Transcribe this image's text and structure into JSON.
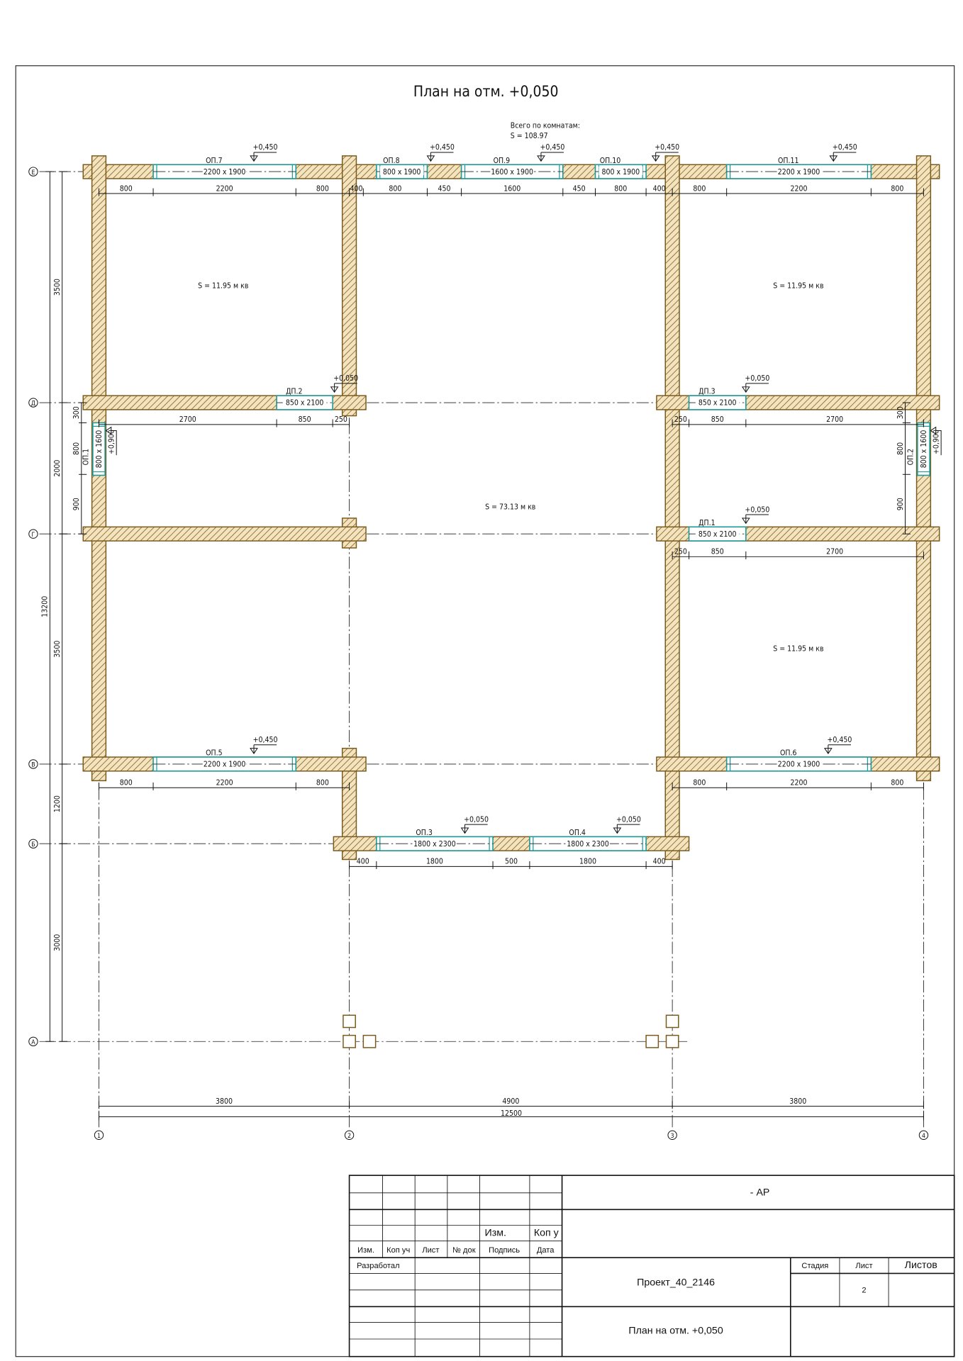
{
  "title": "План на отм. +0,050",
  "summary": {
    "label": "Всего по комнатам:",
    "area": "S  =  108.97"
  },
  "rooms": [
    "S  =  11.95 м кв",
    "S  =  11.95 м кв",
    "S  =  73.13 м кв",
    "S  =  11.95 м кв"
  ],
  "openings": [
    {
      "mark": "ОП.7",
      "size": "2200 x 1900",
      "level": "+0,450"
    },
    {
      "mark": "ОП.8",
      "size": "800 x 1900",
      "level": "+0,450"
    },
    {
      "mark": "ОП.9",
      "size": "1600 x 1900",
      "level": "+0,450"
    },
    {
      "mark": "ОП.10",
      "size": "800 x 1900",
      "level": "+0,450"
    },
    {
      "mark": "ОП.11",
      "size": "2200 x 1900",
      "level": "+0,450"
    },
    {
      "mark": "ДП.2",
      "size": "850 x 2100",
      "level": "+0,050"
    },
    {
      "mark": "ДП.3",
      "size": "850 x 2100",
      "level": "+0,050"
    },
    {
      "mark": "ДП.1",
      "size": "850 x 2100",
      "level": "+0,050"
    },
    {
      "mark": "ОП.5",
      "size": "2200 x 1900",
      "level": "+0,450"
    },
    {
      "mark": "ОП.6",
      "size": "2200 x 1900",
      "level": "+0,450"
    },
    {
      "mark": "ОП.3",
      "size": "1800 x 2300",
      "level": "+0,050"
    },
    {
      "mark": "ОП.4",
      "size": "1800 x 2300",
      "level": "+0,050"
    },
    {
      "mark": "ОП.1",
      "size": "800 x 1600",
      "level": "+0,900"
    },
    {
      "mark": "ОП.2",
      "size": "800 x 1600",
      "level": "+0,900"
    }
  ],
  "axes": {
    "rows": [
      "Е",
      "Д",
      "Г",
      "В",
      "Б",
      "А"
    ],
    "cols": [
      "1",
      "2",
      "3",
      "4"
    ]
  },
  "dimensions": {
    "top": [
      "800",
      "2200",
      "800",
      "400",
      "800",
      "450",
      "1600",
      "450",
      "800",
      "400",
      "800",
      "2200",
      "800"
    ],
    "d_left": [
      "2700",
      "850",
      "250"
    ],
    "d_right": [
      "250",
      "850",
      "2700"
    ],
    "g_right": [
      "250",
      "850",
      "2700"
    ],
    "v_left": [
      "800",
      "2200",
      "800"
    ],
    "v_right": [
      "800",
      "2200",
      "800"
    ],
    "b_row": [
      "400",
      "1800",
      "500",
      "1800",
      "400"
    ],
    "left_win": [
      "300",
      "800",
      "900"
    ],
    "right_win": [
      "300",
      "800",
      "900"
    ],
    "left_chain": [
      "3500",
      "2000",
      "3500",
      "1200",
      "3000"
    ],
    "left_total": "13200",
    "bottom_chain": [
      "3800",
      "4900",
      "3800"
    ],
    "bottom_total": "12500"
  },
  "title_block": {
    "code": "- АР",
    "project": "Проект_40_2146",
    "sheet_title": "План на отм. +0,050",
    "stage_label": "Стадия",
    "sheet_label": "Лист",
    "sheets_label": "Листов",
    "sheet_number": "2",
    "headers": [
      "Изм.",
      "Коп уч",
      "Лист",
      "№ док",
      "Подпись",
      "Дата"
    ],
    "extra_headers": [
      "Изм.",
      "Коп у"
    ],
    "developed_by": "Разработал"
  },
  "colors": {
    "wall": "#7a5a1c",
    "wall_fill": "#f3e3bf",
    "opening": "#1f9a98"
  }
}
